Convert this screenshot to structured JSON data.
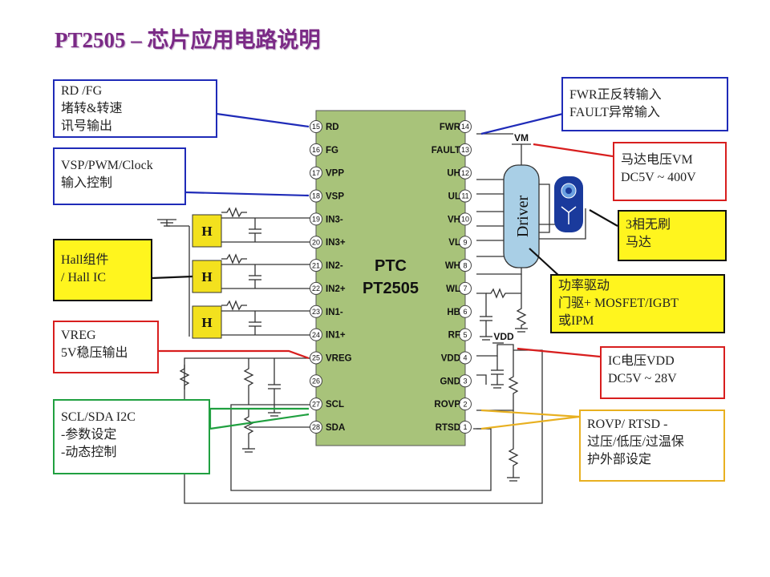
{
  "title": "PT2505 – 芯片应用电路说明",
  "chip": {
    "name_line1": "PTC",
    "name_line2": "PT2505",
    "left_pins": [
      {
        "num": "15",
        "label": "RD"
      },
      {
        "num": "16",
        "label": "FG"
      },
      {
        "num": "17",
        "label": "VPP"
      },
      {
        "num": "18",
        "label": "VSP"
      },
      {
        "num": "19",
        "label": "IN3-"
      },
      {
        "num": "20",
        "label": "IN3+"
      },
      {
        "num": "21",
        "label": "IN2-"
      },
      {
        "num": "22",
        "label": "IN2+"
      },
      {
        "num": "23",
        "label": "IN1-"
      },
      {
        "num": "24",
        "label": "IN1+"
      },
      {
        "num": "25",
        "label": "VREG"
      },
      {
        "num": "26",
        "label": ""
      },
      {
        "num": "27",
        "label": "SCL"
      },
      {
        "num": "28",
        "label": "SDA"
      }
    ],
    "right_pins": [
      {
        "num": "14",
        "label": "FWR"
      },
      {
        "num": "13",
        "label": "FAULT"
      },
      {
        "num": "12",
        "label": "UH"
      },
      {
        "num": "11",
        "label": "UL"
      },
      {
        "num": "10",
        "label": "VH"
      },
      {
        "num": "9",
        "label": "VL"
      },
      {
        "num": "8",
        "label": "WH"
      },
      {
        "num": "7",
        "label": "WL"
      },
      {
        "num": "6",
        "label": "HB"
      },
      {
        "num": "5",
        "label": "RF"
      },
      {
        "num": "4",
        "label": "VDD"
      },
      {
        "num": "3",
        "label": "GND"
      },
      {
        "num": "2",
        "label": "ROVP"
      },
      {
        "num": "1",
        "label": "RTSD"
      }
    ]
  },
  "driver_label": "Driver",
  "vm_label": "VM",
  "vdd_label": "VDD",
  "hall_label": "H",
  "callouts": {
    "rd_fg": [
      "RD /FG",
      "堵转&转速",
      "讯号输出"
    ],
    "vsp": [
      "VSP/PWM/Clock",
      "输入控制"
    ],
    "hall": [
      "Hall组件",
      "/ Hall IC"
    ],
    "vreg": [
      "VREG",
      "5V稳压输出"
    ],
    "i2c": [
      "SCL/SDA  I2C",
      "-参数设定",
      "-动态控制"
    ],
    "fwr": [
      "FWR正反转输入",
      "FAULT异常输入"
    ],
    "vm": [
      "马达电压VM",
      "DC5V ~ 400V"
    ],
    "motor": [
      "3相无刷",
      "马达"
    ],
    "power": [
      "功率驱动",
      "门驱+ MOSFET/IGBT",
      "或IPM"
    ],
    "vdd": [
      "IC电压VDD",
      "DC5V ~ 28V"
    ],
    "rovp": [
      "ROVP/ RTSD -",
      "过压/低压/过温保",
      "护外部设定"
    ]
  },
  "colors": {
    "title": "#7b2a86",
    "chip_fill": "#a8c37a",
    "driver_fill": "#a9cfe6",
    "hall_fill": "#f3e11e",
    "callout_blue": "#1f2bb8",
    "callout_red": "#d81e1e",
    "callout_green": "#20a040",
    "callout_orange": "#e8b020",
    "callout_yellow_fill": "#fff51e",
    "motor": "#1a3a9c"
  }
}
